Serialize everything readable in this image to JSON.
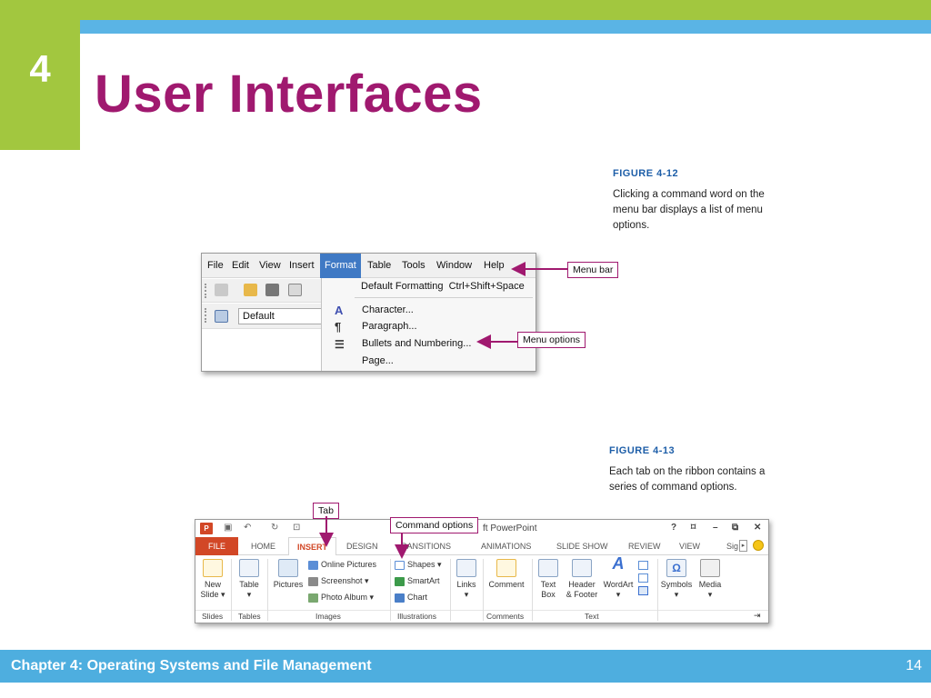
{
  "slide": {
    "chapter_number": "4",
    "title": "User Interfaces",
    "footer": "Chapter 4: Operating Systems and File Management",
    "page_number": "14"
  },
  "figure_12": {
    "label": "FIGURE 4-12",
    "caption": "Clicking a command word on the menu bar displays a list of menu options.",
    "menubar": [
      "File",
      "Edit",
      "View",
      "Insert",
      "Format",
      "Table",
      "Tools",
      "Window",
      "Help"
    ],
    "active_menu": "Format",
    "style_box": "Default",
    "menu_items": {
      "default_formatting": "Default Formatting",
      "shortcut": "Ctrl+Shift+Space",
      "character": "Character...",
      "paragraph": "Paragraph...",
      "bullets": "Bullets and Numbering...",
      "page": "Page..."
    },
    "callouts": {
      "menu_bar": "Menu bar",
      "menu_options": "Menu options"
    }
  },
  "figure_13": {
    "label": "FIGURE 4-13",
    "caption": "Each tab on the ribbon contains a series of command options.",
    "callouts": {
      "tab": "Tab",
      "command_options": "Command options"
    },
    "app_title": "ft PowerPoint",
    "window_controls": [
      "?",
      "⌑",
      "–",
      "⧉",
      "✕"
    ],
    "tabs": [
      "FILE",
      "HOME",
      "INSERT",
      "DESIGN",
      "RANSITIONS",
      "ANIMATIONS",
      "SLIDE SHOW",
      "REVIEW",
      "VIEW",
      "Sig"
    ],
    "selected_tab": "INSERT",
    "commands": {
      "new_slide": [
        "New",
        "Slide ▾"
      ],
      "table": [
        "Table",
        "▾"
      ],
      "pictures": "Pictures",
      "online_pictures": "Online Pictures",
      "screenshot": "Screenshot ▾",
      "photo_album": "Photo Album ▾",
      "shapes": "Shapes ▾",
      "smartart": "SmartArt",
      "chart": "Chart",
      "links": [
        "Links",
        "▾"
      ],
      "comment": "Comment",
      "text_box": [
        "Text",
        "Box"
      ],
      "header_footer": [
        "Header",
        "& Footer"
      ],
      "wordart": [
        "WordArt",
        "▾"
      ],
      "symbols": [
        "Symbols",
        "▾"
      ],
      "media": [
        "Media",
        "▾"
      ]
    },
    "groups": [
      "Slides",
      "Tables",
      "Images",
      "Illustrations",
      "Comments",
      "Text"
    ]
  },
  "colors": {
    "green": "#a2c73f",
    "blue": "#5ab4e5",
    "title_magenta": "#a0196f",
    "ppt_orange": "#d24726",
    "menu_highlight": "#3f79c4"
  }
}
